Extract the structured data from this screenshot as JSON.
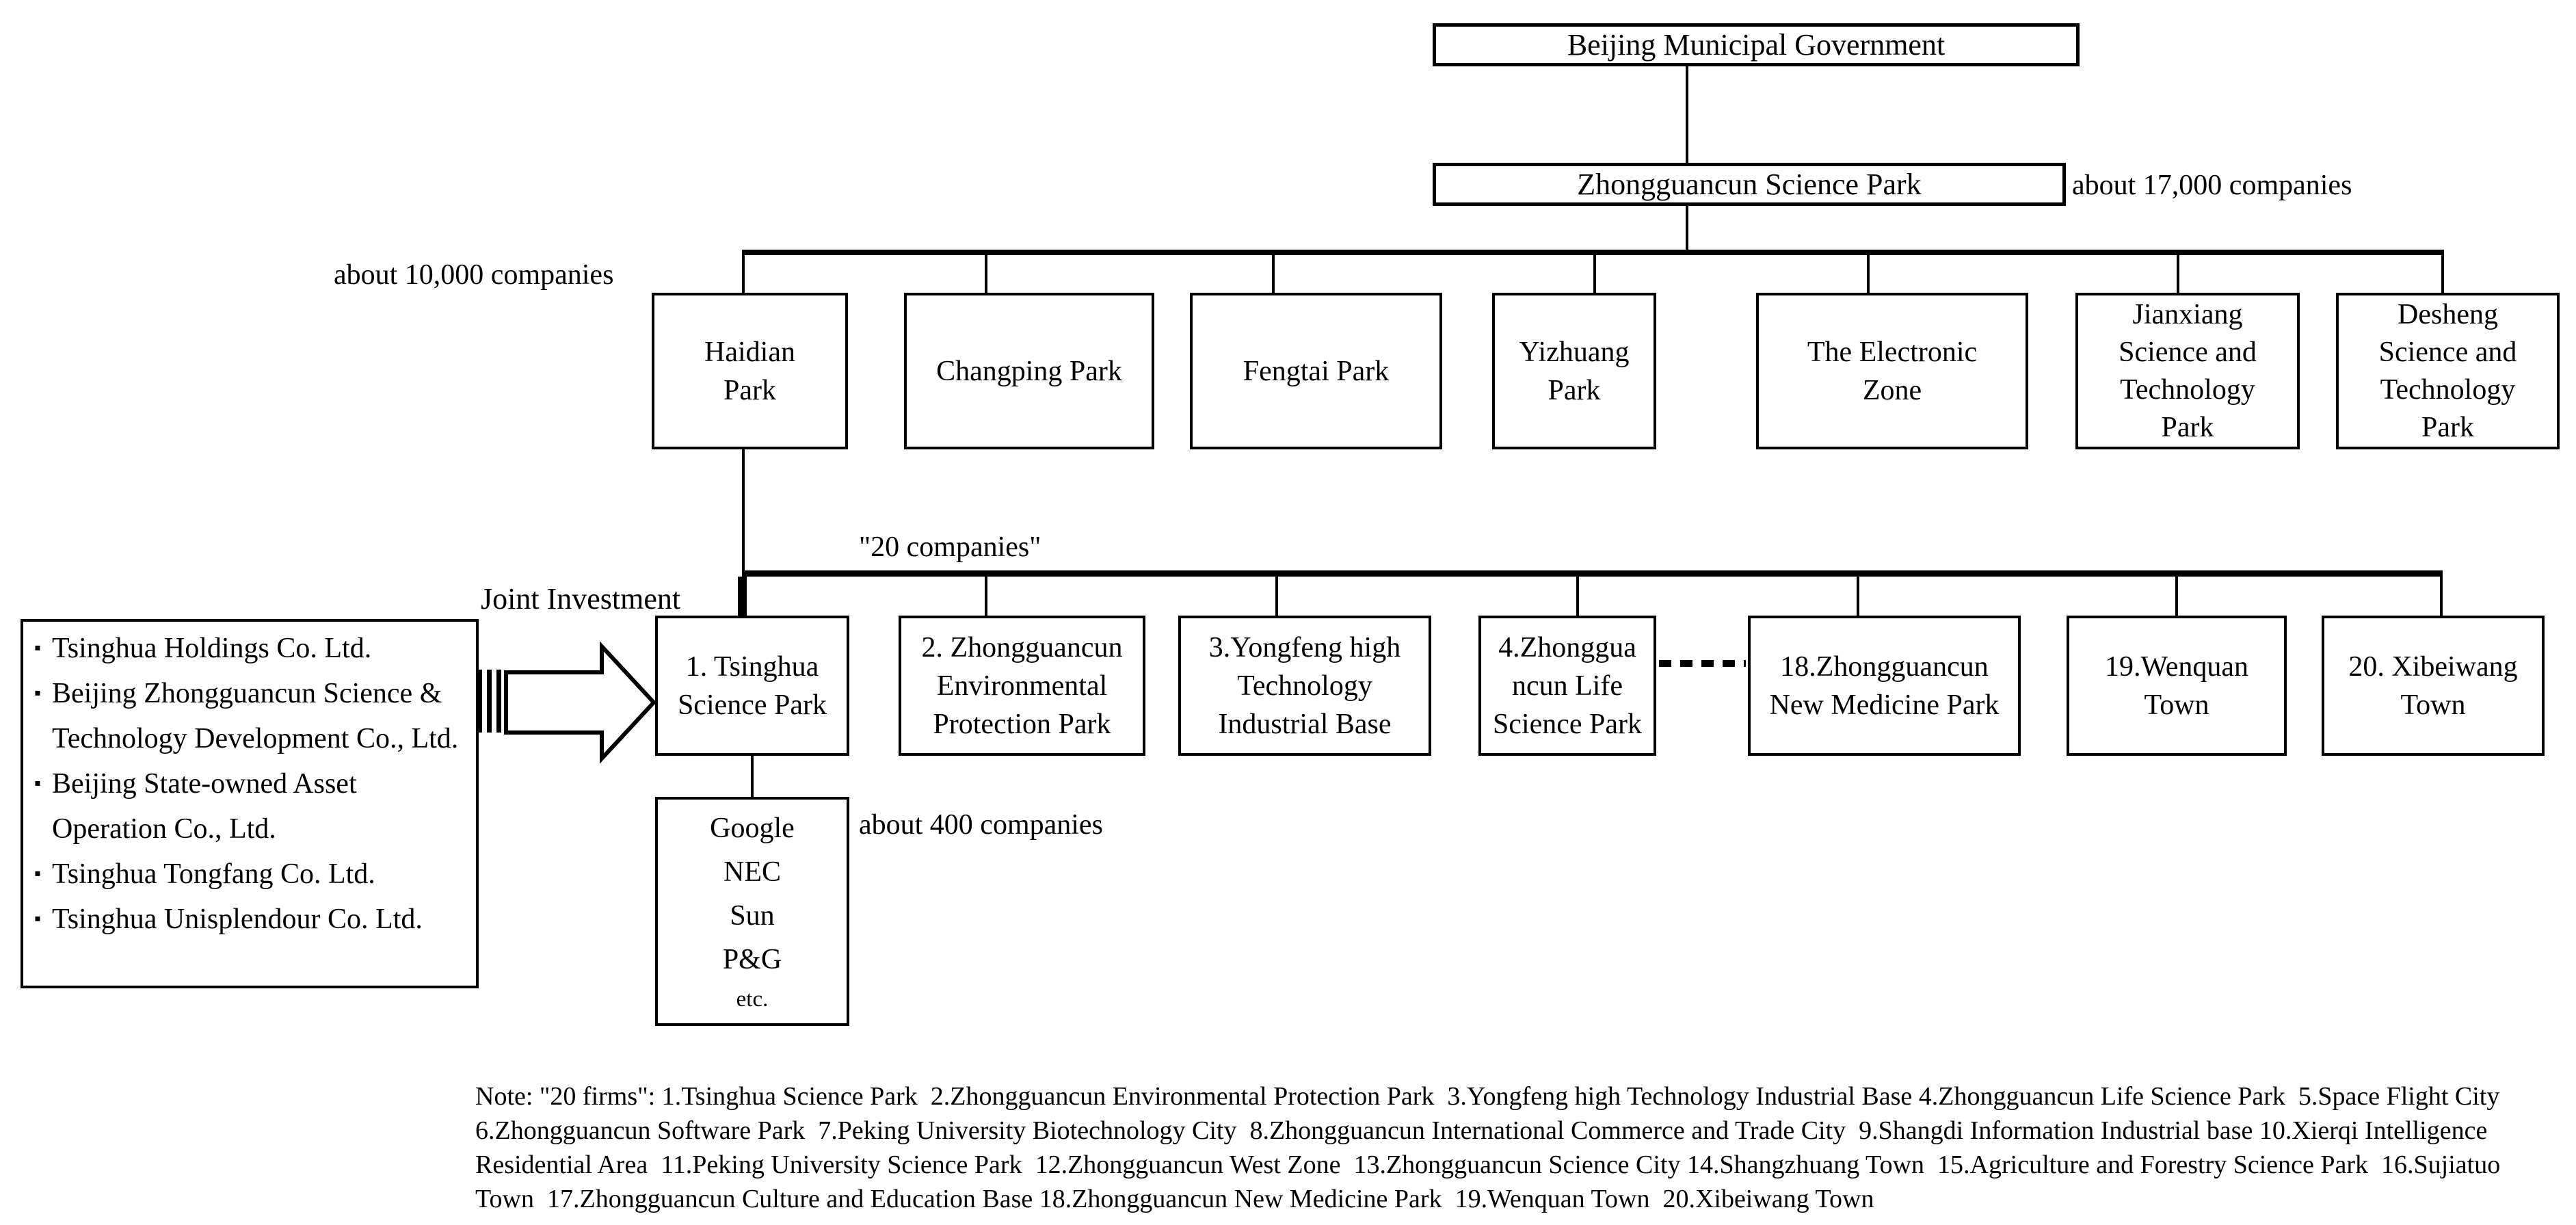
{
  "root": {
    "label": "Beijing Municipal Government"
  },
  "park": {
    "label": "Zhongguancun Science Park",
    "companies_note": "about 17,000 companies"
  },
  "level1": {
    "companies_note": "about 10,000 companies",
    "boxes": [
      {
        "label": "Haidian\nPark"
      },
      {
        "label": "Changping Park"
      },
      {
        "label": "Fengtai Park"
      },
      {
        "label": "Yizhuang\nPark"
      },
      {
        "label": "The Electronic\nZone"
      },
      {
        "label": "Jianxiang\nScience and\nTechnology\nPark"
      },
      {
        "label": "Desheng\nScience and\nTechnology\nPark"
      }
    ]
  },
  "level2": {
    "companies_note": "\"20 companies\"",
    "boxes": [
      {
        "label": "1. Tsinghua\nScience Park"
      },
      {
        "label": "2. Zhongguancun\nEnvironmental\nProtection Park"
      },
      {
        "label": "3.Yongfeng high\nTechnology\nIndustrial Base"
      },
      {
        "label": "4.Zhonggua\nncun Life\nScience Park"
      },
      {
        "label": "18.Zhongguancun\nNew Medicine Park"
      },
      {
        "label": "19.Wenquan\nTown"
      },
      {
        "label": "20. Xibeiwang\nTown"
      }
    ]
  },
  "joint_investment": {
    "label": "Joint Investment",
    "investors": [
      "Tsinghua Holdings Co. Ltd.",
      "Beijing Zhongguancun Science & Technology Development Co., Ltd.",
      "Beijing State-owned Asset Operation Co., Ltd.",
      "Tsinghua Tongfang Co. Ltd.",
      "Tsinghua Unisplendour Co. Ltd."
    ]
  },
  "tenants": {
    "companies_note": "about 400 companies",
    "items": [
      "Google",
      "NEC",
      "Sun",
      "P&G",
      "etc."
    ]
  },
  "note": {
    "lines": [
      "Note: \"20 firms\": 1.Tsinghua Science Park  2.Zhongguancun Environmental Protection Park  3.Yongfeng high Technology Industrial Base 4.Zhongguancun Life Science Park  5.Space Flight City",
      "6.Zhongguancun Software Park  7.Peking University Biotechnology City  8.Zhongguancun International Commerce and Trade City  9.Shangdi Information Industrial base 10.Xierqi Intelligence",
      "Residential Area  11.Peking University Science Park  12.Zhongguancun West Zone  13.Zhongguancun Science City 14.Shangzhuang Town  15.Agriculture and Forestry Science Park  16.Sujiatuo",
      "Town  17.Zhongguancun Culture and Education Base 18.Zhongguancun New Medicine Park  19.Wenquan Town  20.Xibeiwang Town"
    ]
  }
}
